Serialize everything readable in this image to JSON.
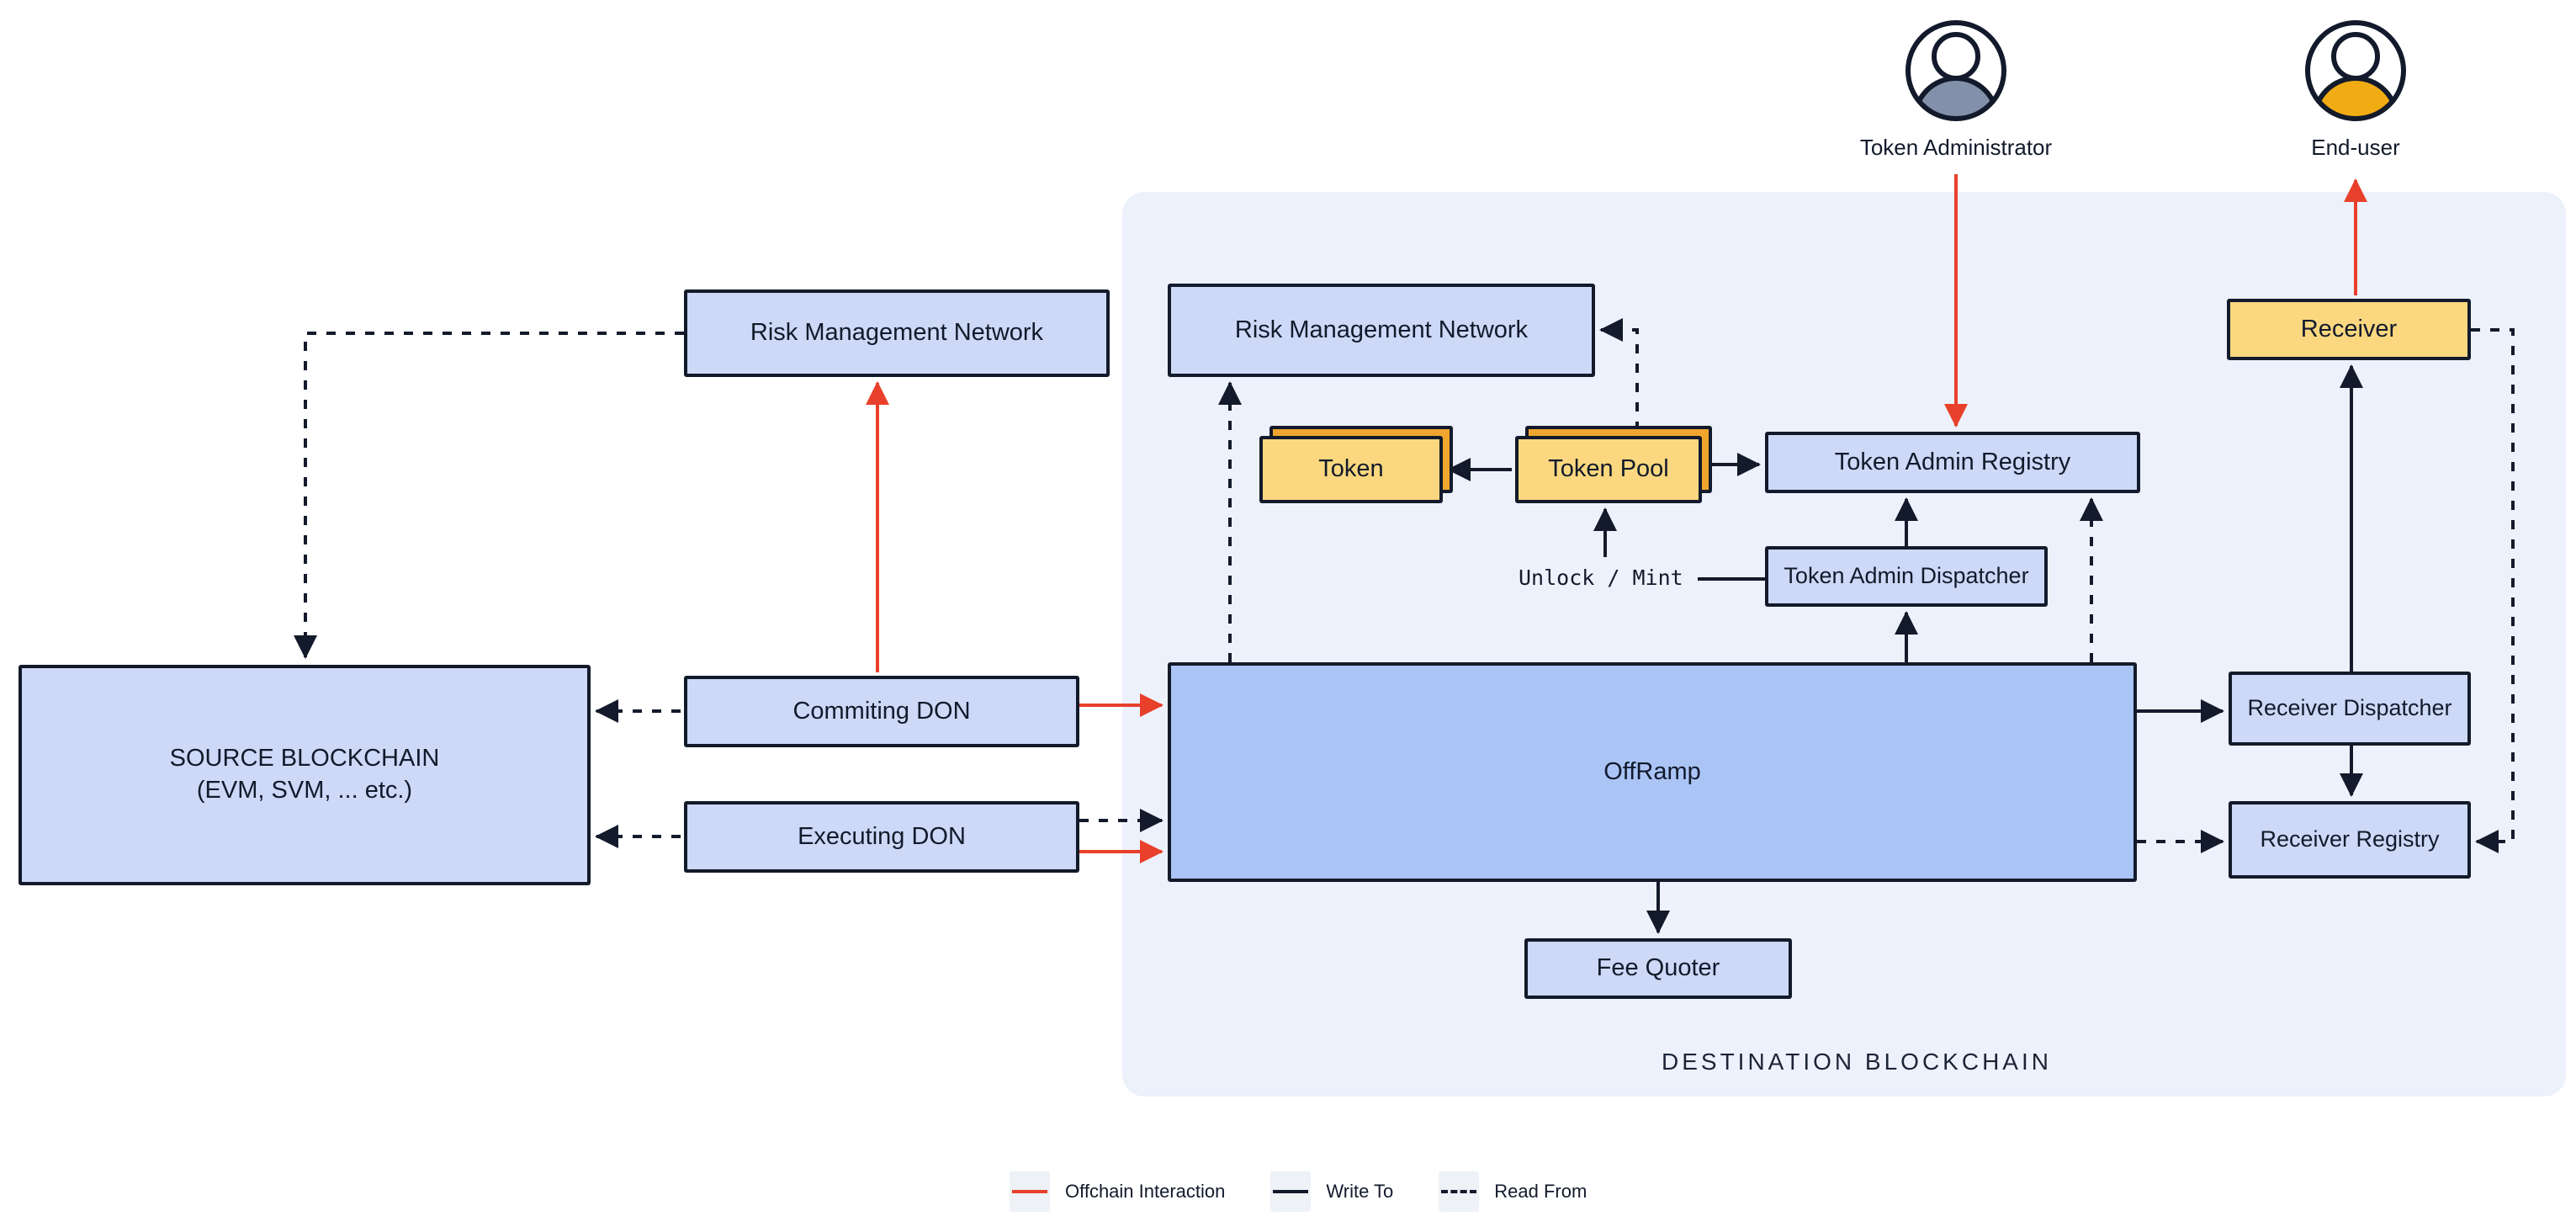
{
  "actors": {
    "token_administrator": {
      "label": "Token Administrator"
    },
    "end_user": {
      "label": "End-user"
    }
  },
  "nodes": {
    "rmn_left": {
      "label": "Risk Management Network"
    },
    "rmn_right": {
      "label": "Risk Management Network"
    },
    "source_blockchain": {
      "line1": "SOURCE BLOCKCHAIN",
      "line2": "(EVM, SVM, ... etc.)"
    },
    "commiting_don": {
      "label": "Commiting DON"
    },
    "executing_don": {
      "label": "Executing DON"
    },
    "offramp": {
      "label": "OffRamp"
    },
    "token": {
      "label": "Token"
    },
    "token_pool": {
      "label": "Token Pool"
    },
    "token_admin_registry": {
      "label": "Token Admin Registry"
    },
    "token_admin_dispatcher": {
      "label": "Token Admin Dispatcher"
    },
    "fee_quoter": {
      "label": "Fee Quoter"
    },
    "receiver": {
      "label": "Receiver"
    },
    "receiver_dispatcher": {
      "label": "Receiver Dispatcher"
    },
    "receiver_registry": {
      "label": "Receiver Registry"
    }
  },
  "edge_labels": {
    "unlock_mint": "Unlock / Mint"
  },
  "region": {
    "destination_label": "DESTINATION BLOCKCHAIN"
  },
  "legend": {
    "items": [
      {
        "label": "Offchain Interaction",
        "style": "red-solid"
      },
      {
        "label": "Write To",
        "style": "dark-solid"
      },
      {
        "label": "Read From",
        "style": "dark-dashed"
      }
    ]
  },
  "colors": {
    "offchain_red": "#e8402a",
    "navy_ink": "#121a2b",
    "box_blue": "#cdd9f7",
    "offramp_blue": "#abc4f6",
    "card_yellow": "#fbd87f",
    "card_yellow_back": "#f0a62e",
    "destination_panel": "#edf1fc",
    "legend_swatch": "#eef1f6",
    "admin_shoulders": "#8290aa",
    "enduser_shoulders": "#f0ac12"
  }
}
